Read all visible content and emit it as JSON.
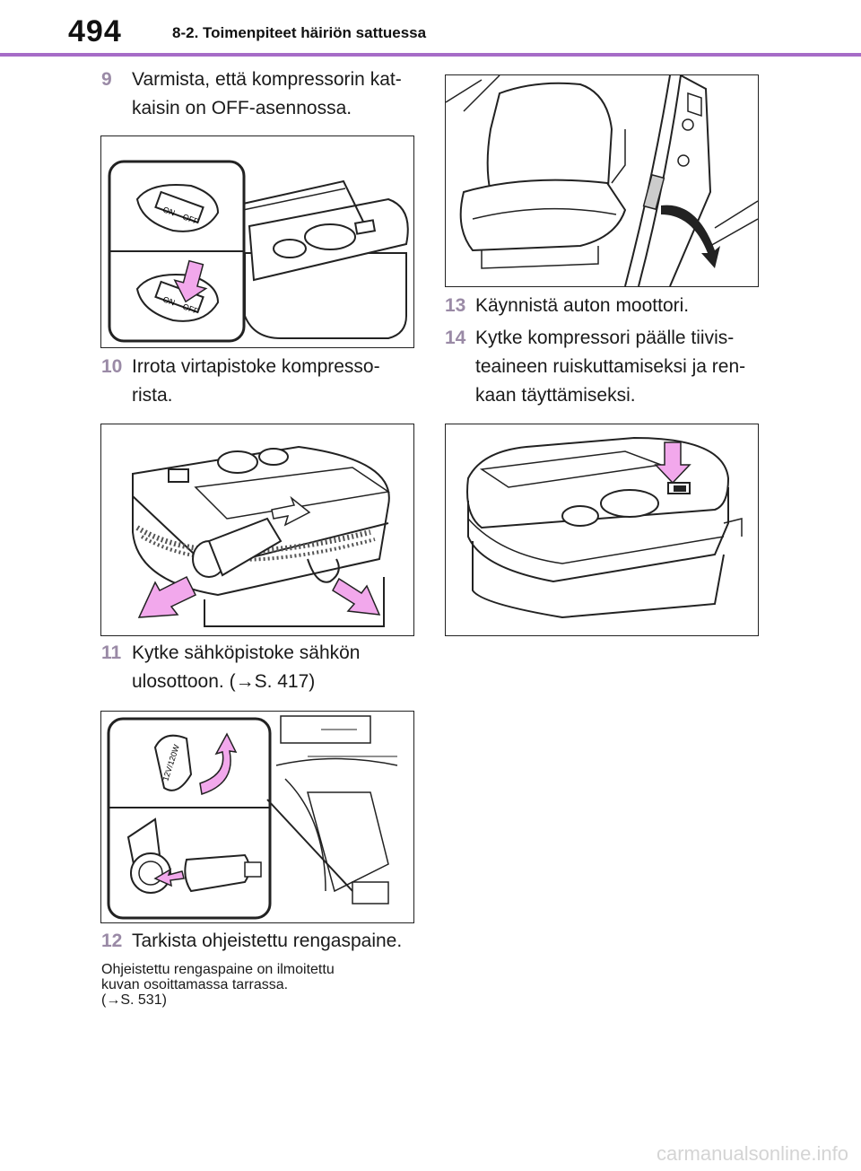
{
  "header": {
    "page_number": "494",
    "section_title": "8-2. Toimenpiteet häiriön sattuessa"
  },
  "steps": [
    {
      "num": "9",
      "lines": [
        "Varmista, että kompressorin kat-",
        "kaisin on OFF-asennossa."
      ]
    },
    {
      "num": "10",
      "lines": [
        "Irrota virtapistoke kompresso-",
        "rista."
      ]
    },
    {
      "num": "11",
      "lines": [
        "Kytke sähköpistoke sähkön",
        "ulosottoon. (→S. 417)"
      ]
    },
    {
      "num": "12",
      "lines": [
        "Tarkista ohjeistettu rengaspaine."
      ]
    },
    {
      "num": "13",
      "lines": [
        "Käynnistä auton moottori."
      ]
    },
    {
      "num": "14",
      "lines": [
        "Kytke kompressori päälle tiivis-",
        "teaineen ruiskuttamiseksi ja ren-",
        "kaan täyttämiseksi."
      ]
    }
  ],
  "note": {
    "lines": [
      "Ohjeistettu rengaspaine on ilmoitettu",
      "kuvan osoittamassa tarrassa.",
      "(→S. 531)"
    ]
  },
  "figure_labels": {
    "switch_on": "ON",
    "switch_off": "OFF",
    "socket_label": "12V/120W"
  },
  "colors": {
    "accent": "#a66cc7",
    "arrow": "#f2a8ec",
    "step_number": "#9a8aa6"
  },
  "watermark": "carmanualsonline.info"
}
